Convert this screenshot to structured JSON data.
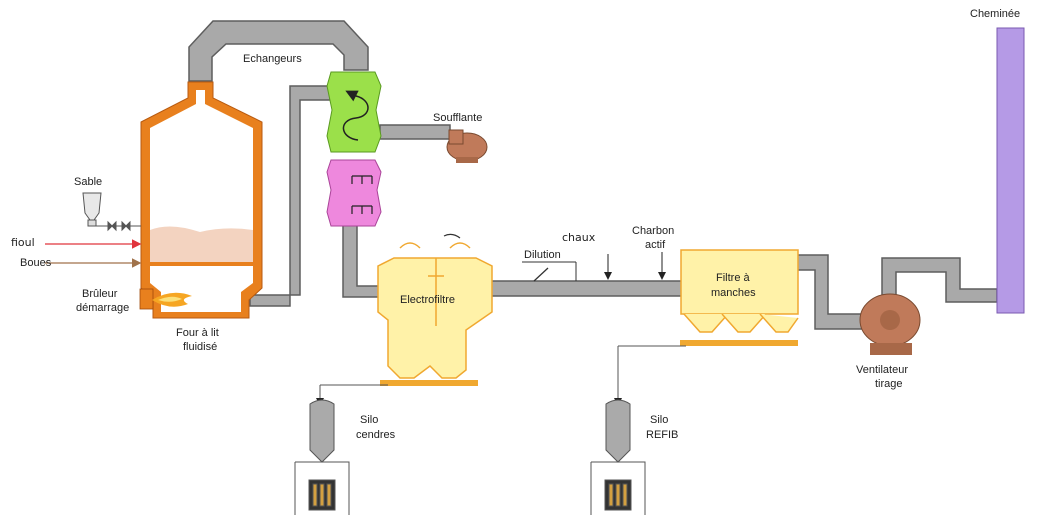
{
  "labels": {
    "echangeurs": "Echangeurs",
    "soufflante": "Soufflante",
    "sable": "Sable",
    "fioul": "fioul",
    "boues": "Boues",
    "bruleur_line1": "Brûleur",
    "bruleur_line2": "démarrage",
    "four_line1": "Four à lit",
    "four_line2": "fluidisé",
    "electrofiltre": "Electrofiltre",
    "dilution": "Dilution",
    "chaux": "chaux",
    "charbon_line1": "Charbon",
    "charbon_line2": "actif",
    "filtre_line1": "Filtre à",
    "filtre_line2": "manches",
    "cheminee": "Cheminée",
    "ventilateur_line1": "Ventilateur",
    "ventilateur_line2": "tirage",
    "silo_cendres_line1": "Silo",
    "silo_cendres_line2": "cendres",
    "silo_refib_line1": "Silo",
    "silo_refib_line2": "REFIB"
  },
  "colors": {
    "duct": "#a9a9a9",
    "duct_edge": "#5e5e5e",
    "furnace": "#e8801e",
    "sand_bed": "#f3d3c0",
    "flame": "#f6a623",
    "exchanger_green": "#9be04a",
    "exchanger_pink": "#ee88dd",
    "filter_yellow": "#fff2a8",
    "filter_edge": "#f0a830",
    "chimney": "#b59ae6",
    "fan_brown": "#c07a5a",
    "fioul_arrow": "#e0343c",
    "boues_arrow": "#a0724a"
  }
}
